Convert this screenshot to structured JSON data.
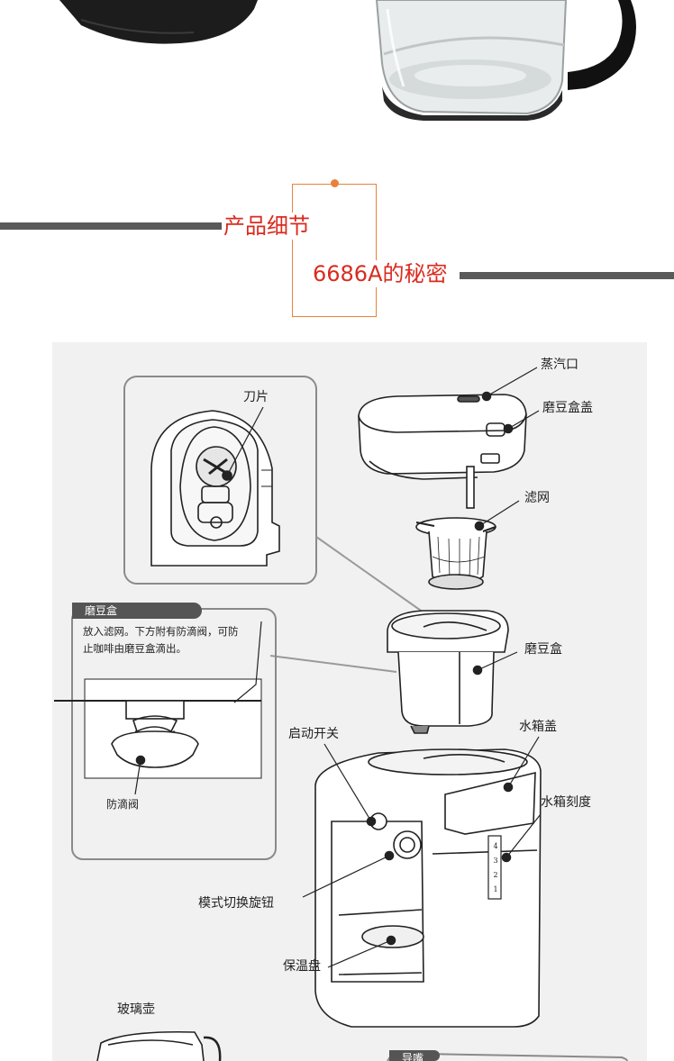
{
  "section_header": {
    "title_cn": "产品细节",
    "subtitle": "6686A的秘密"
  },
  "diagram": {
    "labels": {
      "steam_outlet": "蒸汽口",
      "grinder_lid": "磨豆盒盖",
      "filter": "滤网",
      "grinder_box": "磨豆盒",
      "blade": "刀片",
      "start_switch": "启动开关",
      "tank_lid": "水箱盖",
      "water_scale": "水箱刻度",
      "mode_knob": "模式切换旋钮",
      "warming_plate": "保温盘",
      "glass_pot": "玻璃壶",
      "anti_drip_valve": "防滴阀"
    },
    "callout_grinder": {
      "tab": "磨豆盒",
      "desc_line1": "放入滤网。下方附有防滴阀，可防",
      "desc_line2": "止咖啡由磨豆盒滴出。"
    },
    "callout_bottom_tab": "导嘴",
    "scale_marks": [
      "4",
      "3",
      "2",
      "1"
    ]
  },
  "colors": {
    "accent_red": "#d92b1f",
    "accent_orange": "#e8823a",
    "bar_gray": "#5a5a5a",
    "panel_bg": "#f1f1f1"
  }
}
